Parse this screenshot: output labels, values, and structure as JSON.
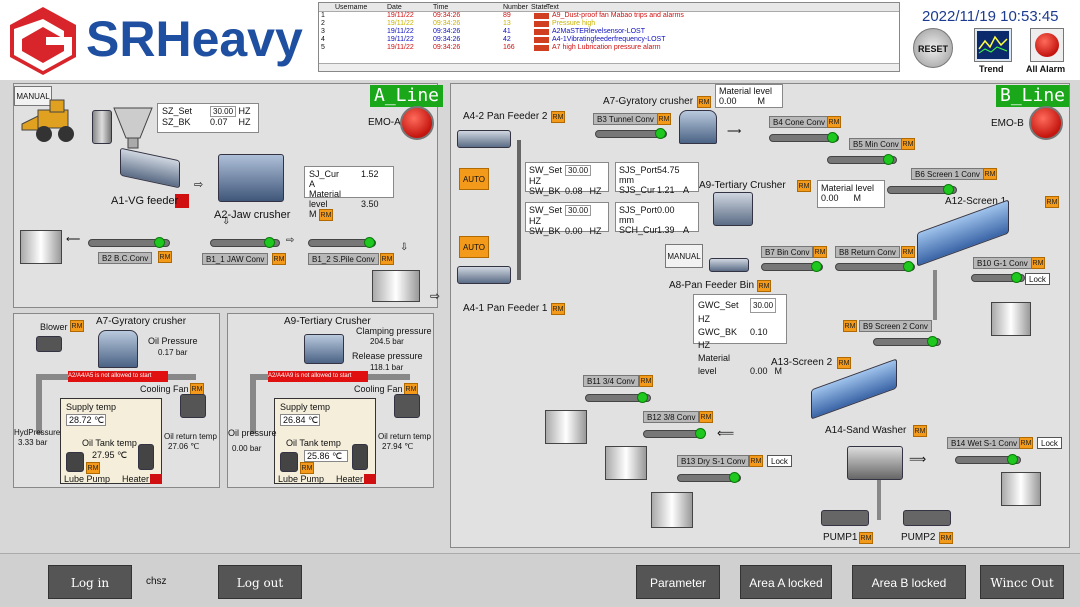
{
  "header": {
    "logo_text": "SRHeavy",
    "datetime": "2022/11/19 10:53:45",
    "reset_label": "RESET",
    "trend_label": "Trend",
    "all_alarm_label": "All Alarm",
    "colors": {
      "brand": "#1f4fa0",
      "logo_red": "#d7252b"
    }
  },
  "alarm_log": {
    "headers": [
      "",
      "Username",
      "Date",
      "Time",
      "Number",
      "State",
      "Text"
    ],
    "rows": [
      {
        "idx": "1",
        "user": "",
        "date": "19/11/22",
        "time": "09:34:26",
        "num": "89",
        "text": "A9_Dust-proof fan Mabao trips and alarms",
        "color": "#d01010"
      },
      {
        "idx": "2",
        "user": "",
        "date": "19/11/22",
        "time": "09:34:26",
        "num": "13",
        "text": "Pressure high",
        "color": "#c8b400"
      },
      {
        "idx": "3",
        "user": "",
        "date": "19/11/22",
        "time": "09:34:26",
        "num": "41",
        "text": "A2MaSTERlevelsensor-LOST",
        "color": "#1010c0"
      },
      {
        "idx": "4",
        "user": "",
        "date": "19/11/22",
        "time": "09:34:26",
        "num": "42",
        "text": "A4-1Vibratingfeederfrequency-LOST",
        "color": "#1010c0"
      },
      {
        "idx": "5",
        "user": "",
        "date": "19/11/22",
        "time": "09:34:26",
        "num": "166",
        "text": "A7  high Lubrication pressure alarm",
        "color": "#d01010"
      }
    ]
  },
  "line_a": {
    "title": "A_Line",
    "emo": "EMO-A",
    "manual": "MANUAL",
    "sz_set_label": "SZ_Set",
    "sz_set": "30.00",
    "sz_set_unit": "HZ",
    "sz_bk_label": "SZ_BK",
    "sz_bk": "0.07",
    "sz_bk_unit": "HZ",
    "sj_cur_label": "SJ_Cur",
    "sj_cur": "1.52",
    "sj_cur_unit": "A",
    "mat_level_label": "Material level",
    "mat_level": "3.50",
    "mat_level_unit": "M",
    "vg_feeder": "A1-VG feeder",
    "jaw_crusher": "A2-Jaw crusher",
    "b2": "B2 B.C.Conv",
    "b1_1": "B1_1 JAW Conv",
    "b1_2": "B1_2 S.Pile Conv",
    "rm": "RM"
  },
  "gyratory_panel": {
    "title": "A7-Gyratory crusher",
    "blower": "Blower",
    "oil_pressure_label": "Oil Pressure",
    "oil_pressure": "0.17",
    "unit_bar": "bar",
    "warning": "A2/A4/A5 is not allowed to start",
    "cooling_fan": "Cooling Fan",
    "supply_temp_label": "Supply temp",
    "supply_temp": "28.72",
    "hyd_pressure_label": "HydPressure",
    "hyd_pressure": "3.33",
    "oil_tank_temp_label": "Oil Tank temp",
    "oil_tank_temp": "27.95",
    "oil_return_temp_label": "Oil return temp",
    "oil_return_temp": "27.06",
    "temp_unit": "℃",
    "lube_pump": "Lube Pump",
    "heater": "Heater"
  },
  "tertiary_panel": {
    "title": "A9-Tertiary Crusher",
    "clamping_label": "Clamping pressure",
    "clamping": "204.5",
    "release_label": "Release pressure",
    "release": "118.1",
    "unit_bar": "bar",
    "warning": "A2/A4/A9 is not allowed to start",
    "cooling_fan": "Cooling Fan",
    "supply_temp_label": "Supply temp",
    "supply_temp": "26.84",
    "oil_pressure_label": "Oil pressure",
    "oil_pressure": "0.00",
    "oil_tank_temp_label": "Oil Tank temp",
    "oil_tank_temp": "25.86",
    "oil_return_temp_label": "Oil return temp",
    "oil_return_temp": "27.94",
    "temp_unit": "℃",
    "lube_pump": "Lube Pump",
    "heater": "Heater"
  },
  "line_b": {
    "title": "B_Line",
    "emo": "EMO-B",
    "pan_feeder_2": "A4-2 Pan Feeder 2",
    "pan_feeder_1": "A4-1 Pan Feeder 1",
    "auto": "AUTO",
    "manual": "MANUAL",
    "gyratory": "A7-Gyratory crusher",
    "tertiary": "A9-Tertiary Crusher",
    "pan_feeder_bin": "A8-Pan Feeder Bin",
    "screen1": "A12-Screen 1",
    "screen2": "A13-Screen 2",
    "sand_washer": "A14-Sand Washer",
    "pump1": "PUMP1",
    "pump2": "PUMP2",
    "b3": "B3 Tunnel Conv",
    "b4": "B4 Cone Conv",
    "b5": "B5 Min Conv",
    "b6": "B6 Screen 1 Conv",
    "b7": "B7 Bin Conv",
    "b8": "B8 Return Conv",
    "b9": "B9 Screen 2 Conv",
    "b10": "B10 G-1 Conv",
    "b11": "B11 3/4 Conv",
    "b12": "B12 3/8 Conv",
    "b13": "B13 Dry S-1 Conv",
    "b14": "B14 Wet S-1 Conv",
    "lock": "Lock",
    "mat_top_label": "Material level",
    "mat_top": "0.00",
    "mat_right_label": "Material level",
    "mat_right": "0.00",
    "mat_unit": "M",
    "sw1_set_label": "SW_Set",
    "sw1_set": "30.00",
    "sw1_bk_label": "SW_BK",
    "sw1_bk": "0.08",
    "sjs1_port_label": "SJS_Port",
    "sjs1_port": "54.75",
    "sjs1_cur_label": "SJS_Cur",
    "sjs1_cur": "1.21",
    "sw2_set_label": "SW_Set",
    "sw2_set": "30.00",
    "sw2_bk_label": "SW_BK",
    "sw2_bk": "0.00",
    "sjs2_port_label": "SJS_Port",
    "sjs2_port": "0.00",
    "sch_cur_label": "SCH_Cur",
    "sch_cur": "1.39",
    "gwc_set_label": "GWC_Set",
    "gwc_set": "30.00",
    "gwc_bk_label": "GWC_BK",
    "gwc_bk": "0.10",
    "gwc_mat_label": "Material level",
    "gwc_mat": "0.00",
    "hz": "HZ",
    "mm": "mm",
    "amp": "A",
    "rm": "RM"
  },
  "footer": {
    "log_in": "Log in",
    "user": "chsz",
    "log_out": "Log out",
    "parameter": "Parameter",
    "area_a": "Area A locked",
    "area_b": "Area B locked",
    "wincc_out": "Wincc Out"
  }
}
